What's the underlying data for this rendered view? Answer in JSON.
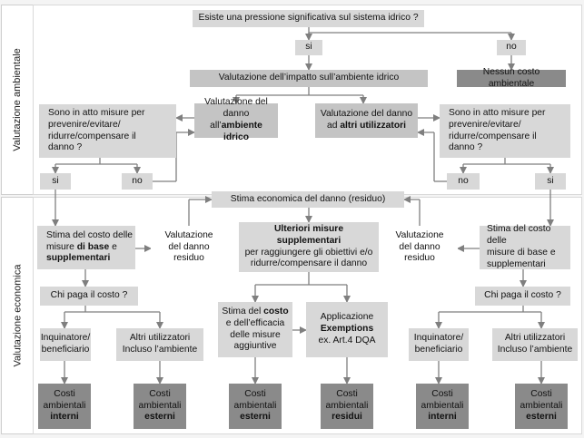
{
  "sections": {
    "environmental": "Valutazione ambientale",
    "economic": "Valutazione economica"
  },
  "nodes": {
    "question_top": "Esiste una pressione significativa sul sistema idrico ?",
    "yes_top": "si",
    "no_top": "no",
    "no_cost": "Nessun costo ambientale",
    "impact_eval": "Valutazione dell’impatto sull’ambiente idrico",
    "damage_env": {
      "line1": "Valutazione del danno",
      "line2_pre": "all’",
      "line2_bold": "ambiente idrico"
    },
    "damage_users": {
      "line1": "Valutazione del danno",
      "line2_pre": "ad ",
      "line2_bold": "altri utilizzatori"
    },
    "measures_left": {
      "l1": "Sono in atto misure per",
      "l2": "prevenire/evitare/",
      "l3": "ridurre/compensare il",
      "l4": "danno ?"
    },
    "measures_right": {
      "l1": "Sono in atto misure per",
      "l2": "prevenire/evitare/",
      "l3": "ridurre/compensare il",
      "l4": "danno ?"
    },
    "yes_left": "si",
    "no_left": "no",
    "no_right": "no",
    "yes_right": "si",
    "econ_estimate": "Stima economica del danno (residuo)",
    "cost_left": {
      "l1": "Stima del costo delle",
      "l2_pre": "misure ",
      "l2_bold": "di base",
      "l2_post": " e",
      "l3_bold": "supplementari"
    },
    "residual_left": {
      "l1": "Valutazione",
      "l2": "del danno",
      "l3": "residuo"
    },
    "further": {
      "l1_bold": "Ulteriori misure supplementari",
      "l2": "per raggiungere gli obiettivi e/o",
      "l3": "ridurre/compensare il danno"
    },
    "residual_right": {
      "l1": "Valutazione",
      "l2": "del danno",
      "l3": "residuo"
    },
    "cost_right": {
      "l1": "Stima del costo delle",
      "l2": "misure di base e",
      "l3": "supplementari"
    },
    "who_pays_left": "Chi paga il costo ?",
    "who_pays_right": "Chi paga il costo ?",
    "cost_efficacy": {
      "l1_pre": "Stima del ",
      "l1_bold": "costo",
      "l2": "e dell’efficacia",
      "l3": "delle misure",
      "l4": "aggiuntive"
    },
    "exemptions": {
      "l1": "Applicazione",
      "l2_bold": "Exemptions",
      "l3": "ex. Art.4 DQA"
    },
    "polluter_left": {
      "l1": "Inquinatore/",
      "l2": "beneficiario"
    },
    "others_left": {
      "l1": "Altri utilizzatori",
      "l2": "Incluso l’ambiente"
    },
    "polluter_right": {
      "l1": "Inquinatore/",
      "l2": "beneficiario"
    },
    "others_right": {
      "l1": "Altri utilizzatori",
      "l2": "Incluso l’ambiente"
    },
    "out1": {
      "l1": "Costi",
      "l2": "ambientali",
      "l3": "interni"
    },
    "out2": {
      "l1": "Costi",
      "l2": "ambientali",
      "l3": "esterni"
    },
    "out3": {
      "l1": "Costi",
      "l2": "ambientali",
      "l3": "esterni"
    },
    "out4": {
      "l1": "Costi",
      "l2": "ambientali",
      "l3": "residui"
    },
    "out5": {
      "l1": "Costi",
      "l2": "ambientali",
      "l3": "interni"
    },
    "out6": {
      "l1": "Costi",
      "l2": "ambientali",
      "l3": "esterni"
    }
  },
  "colors": {
    "box_light": "#d8d8d8",
    "box_mid": "#c4c4c4",
    "box_dark": "#8a8a8a",
    "line": "#7f7f7f"
  }
}
